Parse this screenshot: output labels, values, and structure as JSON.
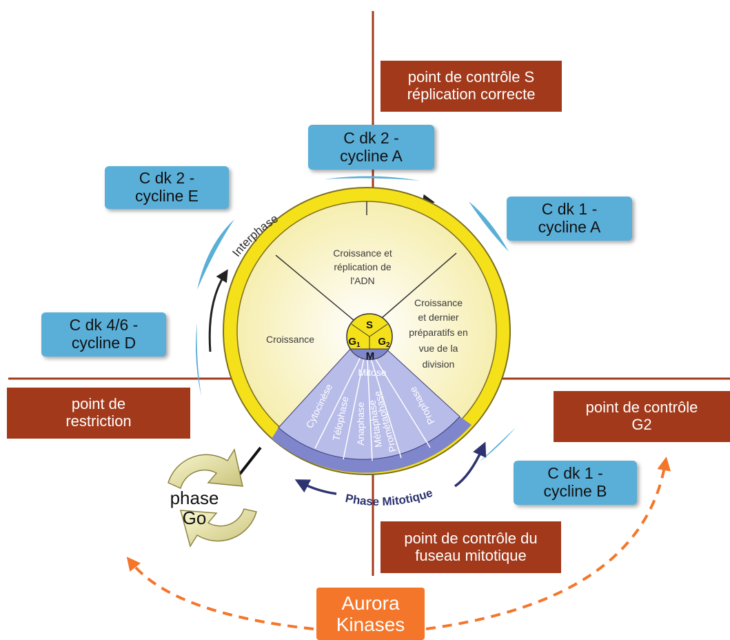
{
  "checkpoints": {
    "s": {
      "line1": "point de contrôle S",
      "line2": "réplication correcte"
    },
    "restriction": {
      "line1": "point de",
      "line2": "restriction"
    },
    "g2": {
      "line1": "point de contrôle",
      "line2": "G2"
    },
    "spindle": {
      "line1": "point de contrôle du",
      "line2": "fuseau mitotique"
    }
  },
  "complexes": {
    "cdk2_cyclinA": {
      "line1": "C dk 2 -",
      "line2": "cycline A"
    },
    "cdk2_cyclinE": {
      "line1": "C dk 2 -",
      "line2": "cycline E"
    },
    "cdk1_cyclinA": {
      "line1": "C dk 1 -",
      "line2": "cycline A"
    },
    "cdk46_cyclinD": {
      "line1": "C dk 4/6 -",
      "line2": "cycline D"
    },
    "cdk1_cyclinB": {
      "line1": "C dk 1 -",
      "line2": "cycline B"
    }
  },
  "aurora": {
    "line1": "Aurora",
    "line2": "Kinases"
  },
  "phase_go": {
    "line1": "phase",
    "line2": "Go"
  },
  "wheel": {
    "interphase_label": "Interphase",
    "mitotic_label": "Phase Mitotique",
    "s_sector": {
      "line1": "Croissance et",
      "line2": "réplication de",
      "line3": "l'ADN"
    },
    "g1_sector": "Croissance",
    "g2_sector": {
      "line1": "Croissance",
      "line2": "et dernier",
      "line3": "préparatifs en",
      "line4": "vue de la",
      "line5": "division"
    },
    "mitose_label": "Mitose",
    "center": {
      "s": "S",
      "g1": "G",
      "g1_sub": "1",
      "g2": "G",
      "g2_sub": "2",
      "m": "M"
    },
    "mitotic_phases": [
      "Cytocinèse",
      "Télophase",
      "Anaphase",
      "Métaphase",
      "Prométaphase",
      "Prophase"
    ]
  },
  "colors": {
    "checkpoint_box": "#a2391b",
    "complex_box": "#5aafd8",
    "aurora_box": "#f4762a",
    "ring_yellow": "#f5e11a",
    "mitotic_blue": "#7f86cc",
    "interior": "#faf4c8"
  }
}
